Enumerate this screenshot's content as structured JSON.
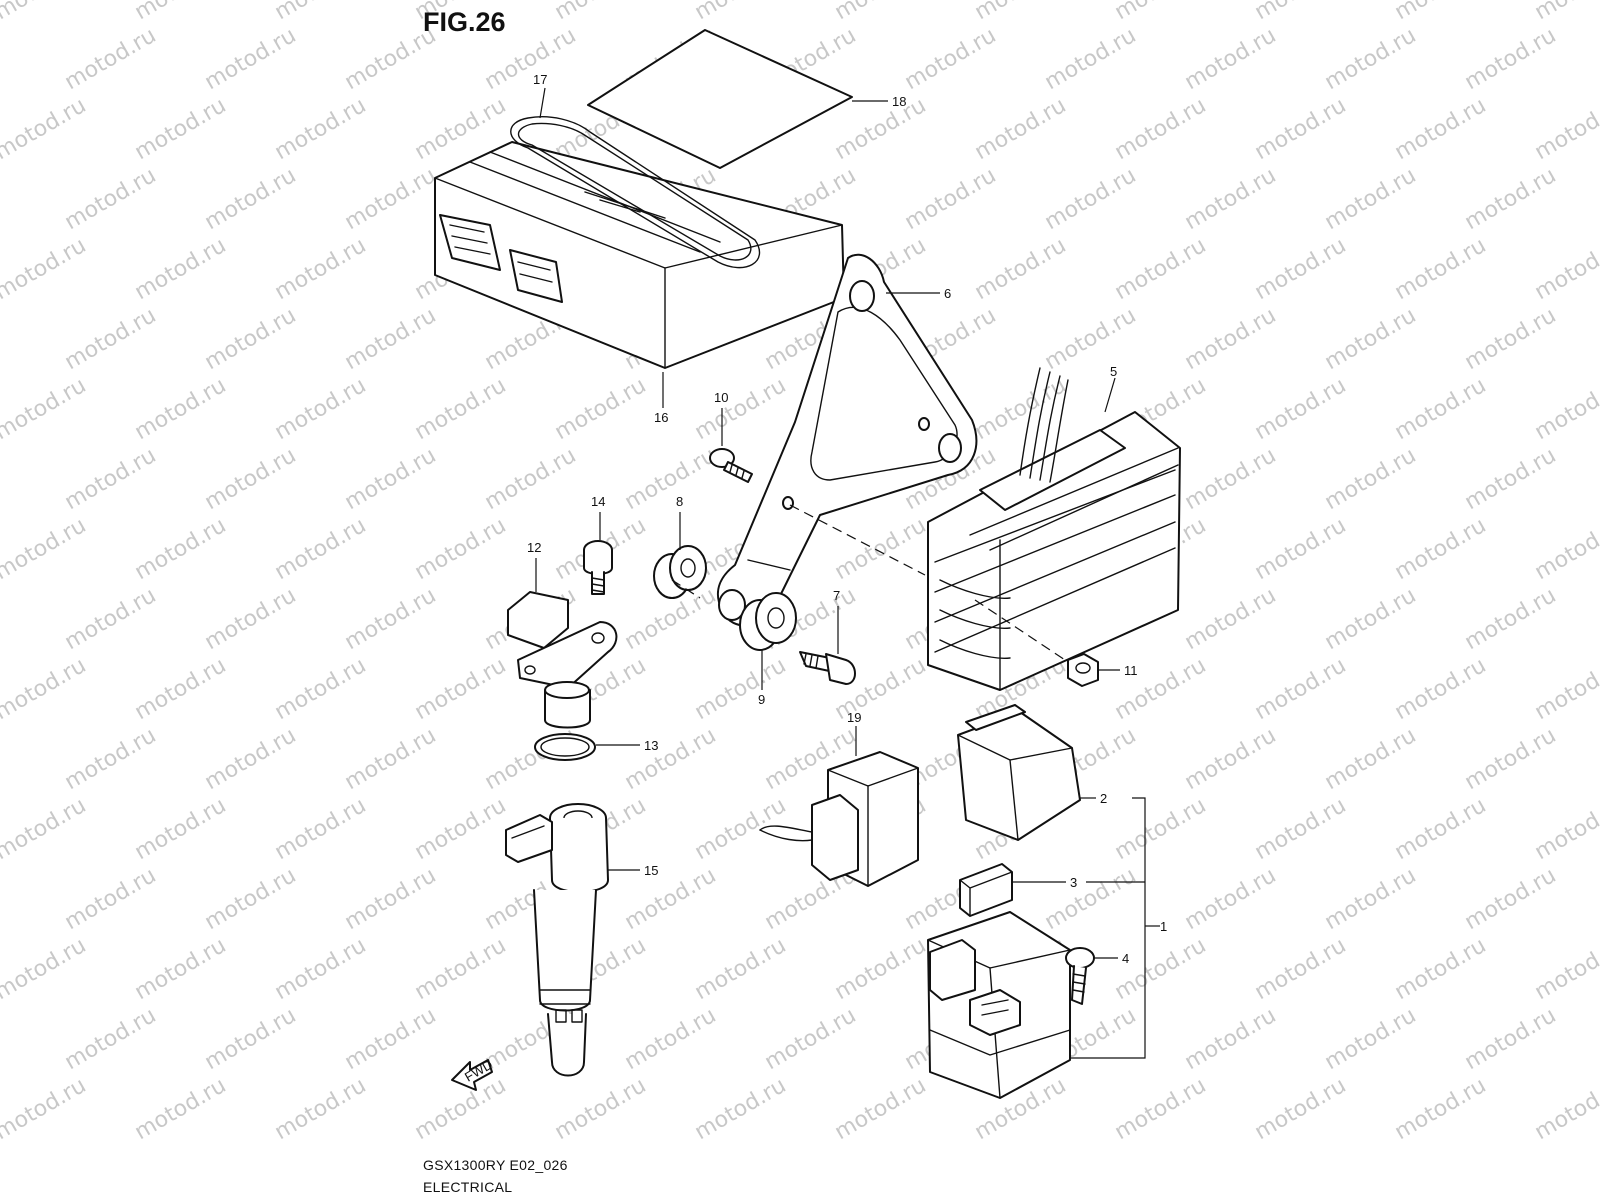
{
  "figure": {
    "title": "FIG.26",
    "code": "GSX1300RY E02_026",
    "section": "ELECTRICAL"
  },
  "watermark": {
    "text": "motod.ru"
  },
  "fwd_marker": {
    "text": "FWD"
  },
  "callouts": [
    {
      "number": "1",
      "part": "starter-relay-assembly"
    },
    {
      "number": "2",
      "part": "relay-cover"
    },
    {
      "number": "3",
      "part": "fuse"
    },
    {
      "number": "4",
      "part": "relay-screw"
    },
    {
      "number": "5",
      "part": "regulator-rectifier"
    },
    {
      "number": "6",
      "part": "ecm-bracket"
    },
    {
      "number": "7",
      "part": "bracket-bolt"
    },
    {
      "number": "8",
      "part": "bracket-cushion-upper"
    },
    {
      "number": "9",
      "part": "bracket-cushion-lower"
    },
    {
      "number": "10",
      "part": "bracket-screw"
    },
    {
      "number": "11",
      "part": "regulator-nut"
    },
    {
      "number": "12",
      "part": "camshaft-position-sensor"
    },
    {
      "number": "13",
      "part": "sensor-o-ring"
    },
    {
      "number": "14",
      "part": "sensor-bolt"
    },
    {
      "number": "15",
      "part": "ignition-coil"
    },
    {
      "number": "16",
      "part": "ecm-unit"
    },
    {
      "number": "17",
      "part": "ecm-band"
    },
    {
      "number": "18",
      "part": "ecm-pad"
    },
    {
      "number": "19",
      "part": "tip-over-sensor"
    }
  ]
}
